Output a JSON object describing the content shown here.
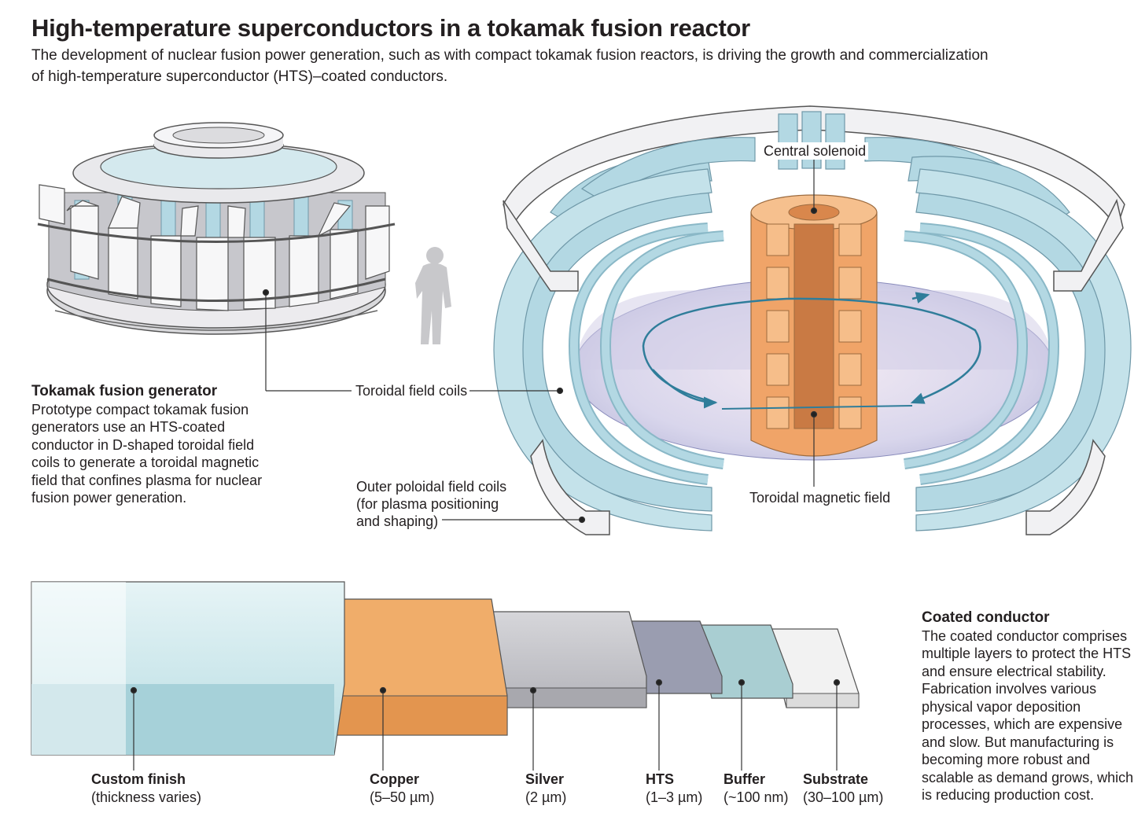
{
  "header": {
    "title": "High-temperature superconductors in a tokamak fusion reactor",
    "subtitle_lines": [
      "The development of nuclear fusion power generation, such as with compact tokamak fusion reactors, is driving the growth and commercialization",
      "of high-temperature superconductor (HTS)–coated conductors."
    ]
  },
  "generator": {
    "heading": "Tokamak fusion generator",
    "body_lines": [
      "Prototype compact tokamak fusion",
      "generators use an HTS-coated",
      "conductor in D-shaped toroidal field",
      "coils to generate a toroidal magnetic",
      "field that confines plasma for nuclear",
      "fusion power generation."
    ]
  },
  "reactor_labels": {
    "central_solenoid": "Central solenoid",
    "toroidal_field_coils": "Toroidal field coils",
    "outer_poloidal_lines": [
      "Outer poloidal field coils",
      "(for plasma positioning",
      "and shaping)"
    ],
    "toroidal_magnetic_field": "Toroidal magnetic field"
  },
  "conductor": {
    "heading": "Coated conductor",
    "body_lines": [
      "The coated conductor comprises",
      "multiple layers to protect the HTS",
      "and ensure electrical stability.",
      "Fabrication involves various",
      "physical vapor deposition",
      "processes, which are expensive",
      "and slow. But manufacturing is",
      "becoming more robust and",
      "scalable as demand grows, which",
      "is reducing production cost."
    ],
    "layers": [
      {
        "name": "Custom finish",
        "spec": "(thickness varies)",
        "color": "#b8dde3"
      },
      {
        "name": "Copper",
        "spec": "(5–50 µm)",
        "color": "#f0ad6a"
      },
      {
        "name": "Silver",
        "spec": "(2 µm)",
        "color": "#c4c4c8"
      },
      {
        "name": "HTS",
        "spec": "(1–3 µm)",
        "color": "#9a9db0"
      },
      {
        "name": "Buffer",
        "spec": "(~100 nm)",
        "color": "#a9ced2"
      },
      {
        "name": "Substrate",
        "spec": "(30–100 µm)",
        "color": "#f2f2f2"
      }
    ]
  },
  "colors": {
    "coil_blue": "#b3d8e3",
    "coil_edge": "#7fa9b8",
    "solenoid_orange": "#f0a468",
    "plasma": "#c9c3e0",
    "arrow_blue": "#2f7d9a"
  }
}
